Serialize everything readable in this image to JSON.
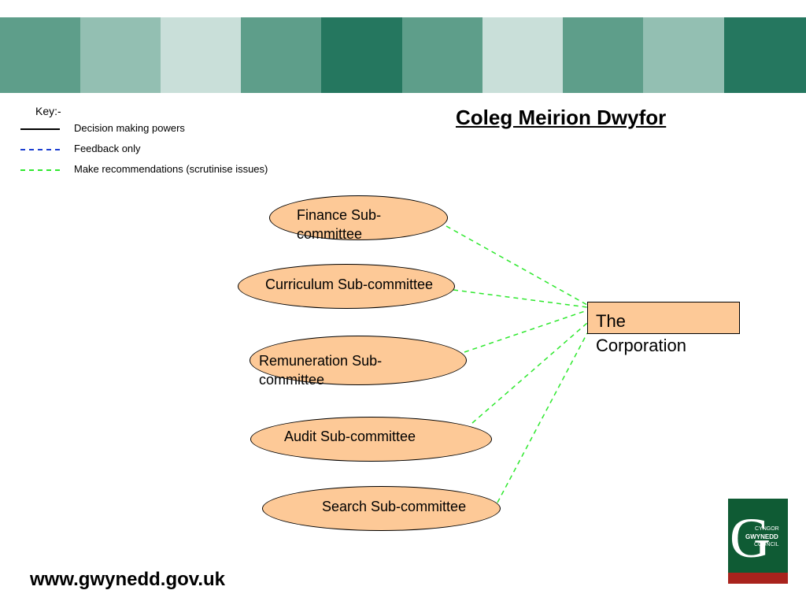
{
  "banner_colors": [
    "#5e9e8a",
    "#93bfb2",
    "#c9dfd9",
    "#5e9e8a",
    "#25775f",
    "#5e9e8a",
    "#c9dfd9",
    "#5e9e8a",
    "#93bfb2",
    "#25775f"
  ],
  "key": {
    "title": "Key:-",
    "items": [
      {
        "label": "Decision making powers",
        "style": "solid",
        "color": "#000000"
      },
      {
        "label": "Feedback only",
        "style": "dashed",
        "color": "#1c3fd1"
      },
      {
        "label": "Make recommendations (scrutinise issues)",
        "style": "dashed",
        "color": "#2ee82e"
      }
    ]
  },
  "title": "Coleg Meirion Dwyfor",
  "corporation": "The Corporation",
  "subcommittees": [
    "Finance Sub-committee",
    "Curriculum Sub-committee",
    "Remuneration Sub-committee",
    "Audit Sub-committee",
    "Search Sub-committee"
  ],
  "website": "www.gwynedd.gov.uk",
  "logo": {
    "line1": "CYNGOR",
    "line2": "GWYNEDD",
    "line3": "COUNCIL",
    "green": "#0f5b34",
    "red": "#a9231d"
  },
  "colors": {
    "node_fill": "#fdc997",
    "recommend_line": "#2ee82e"
  }
}
